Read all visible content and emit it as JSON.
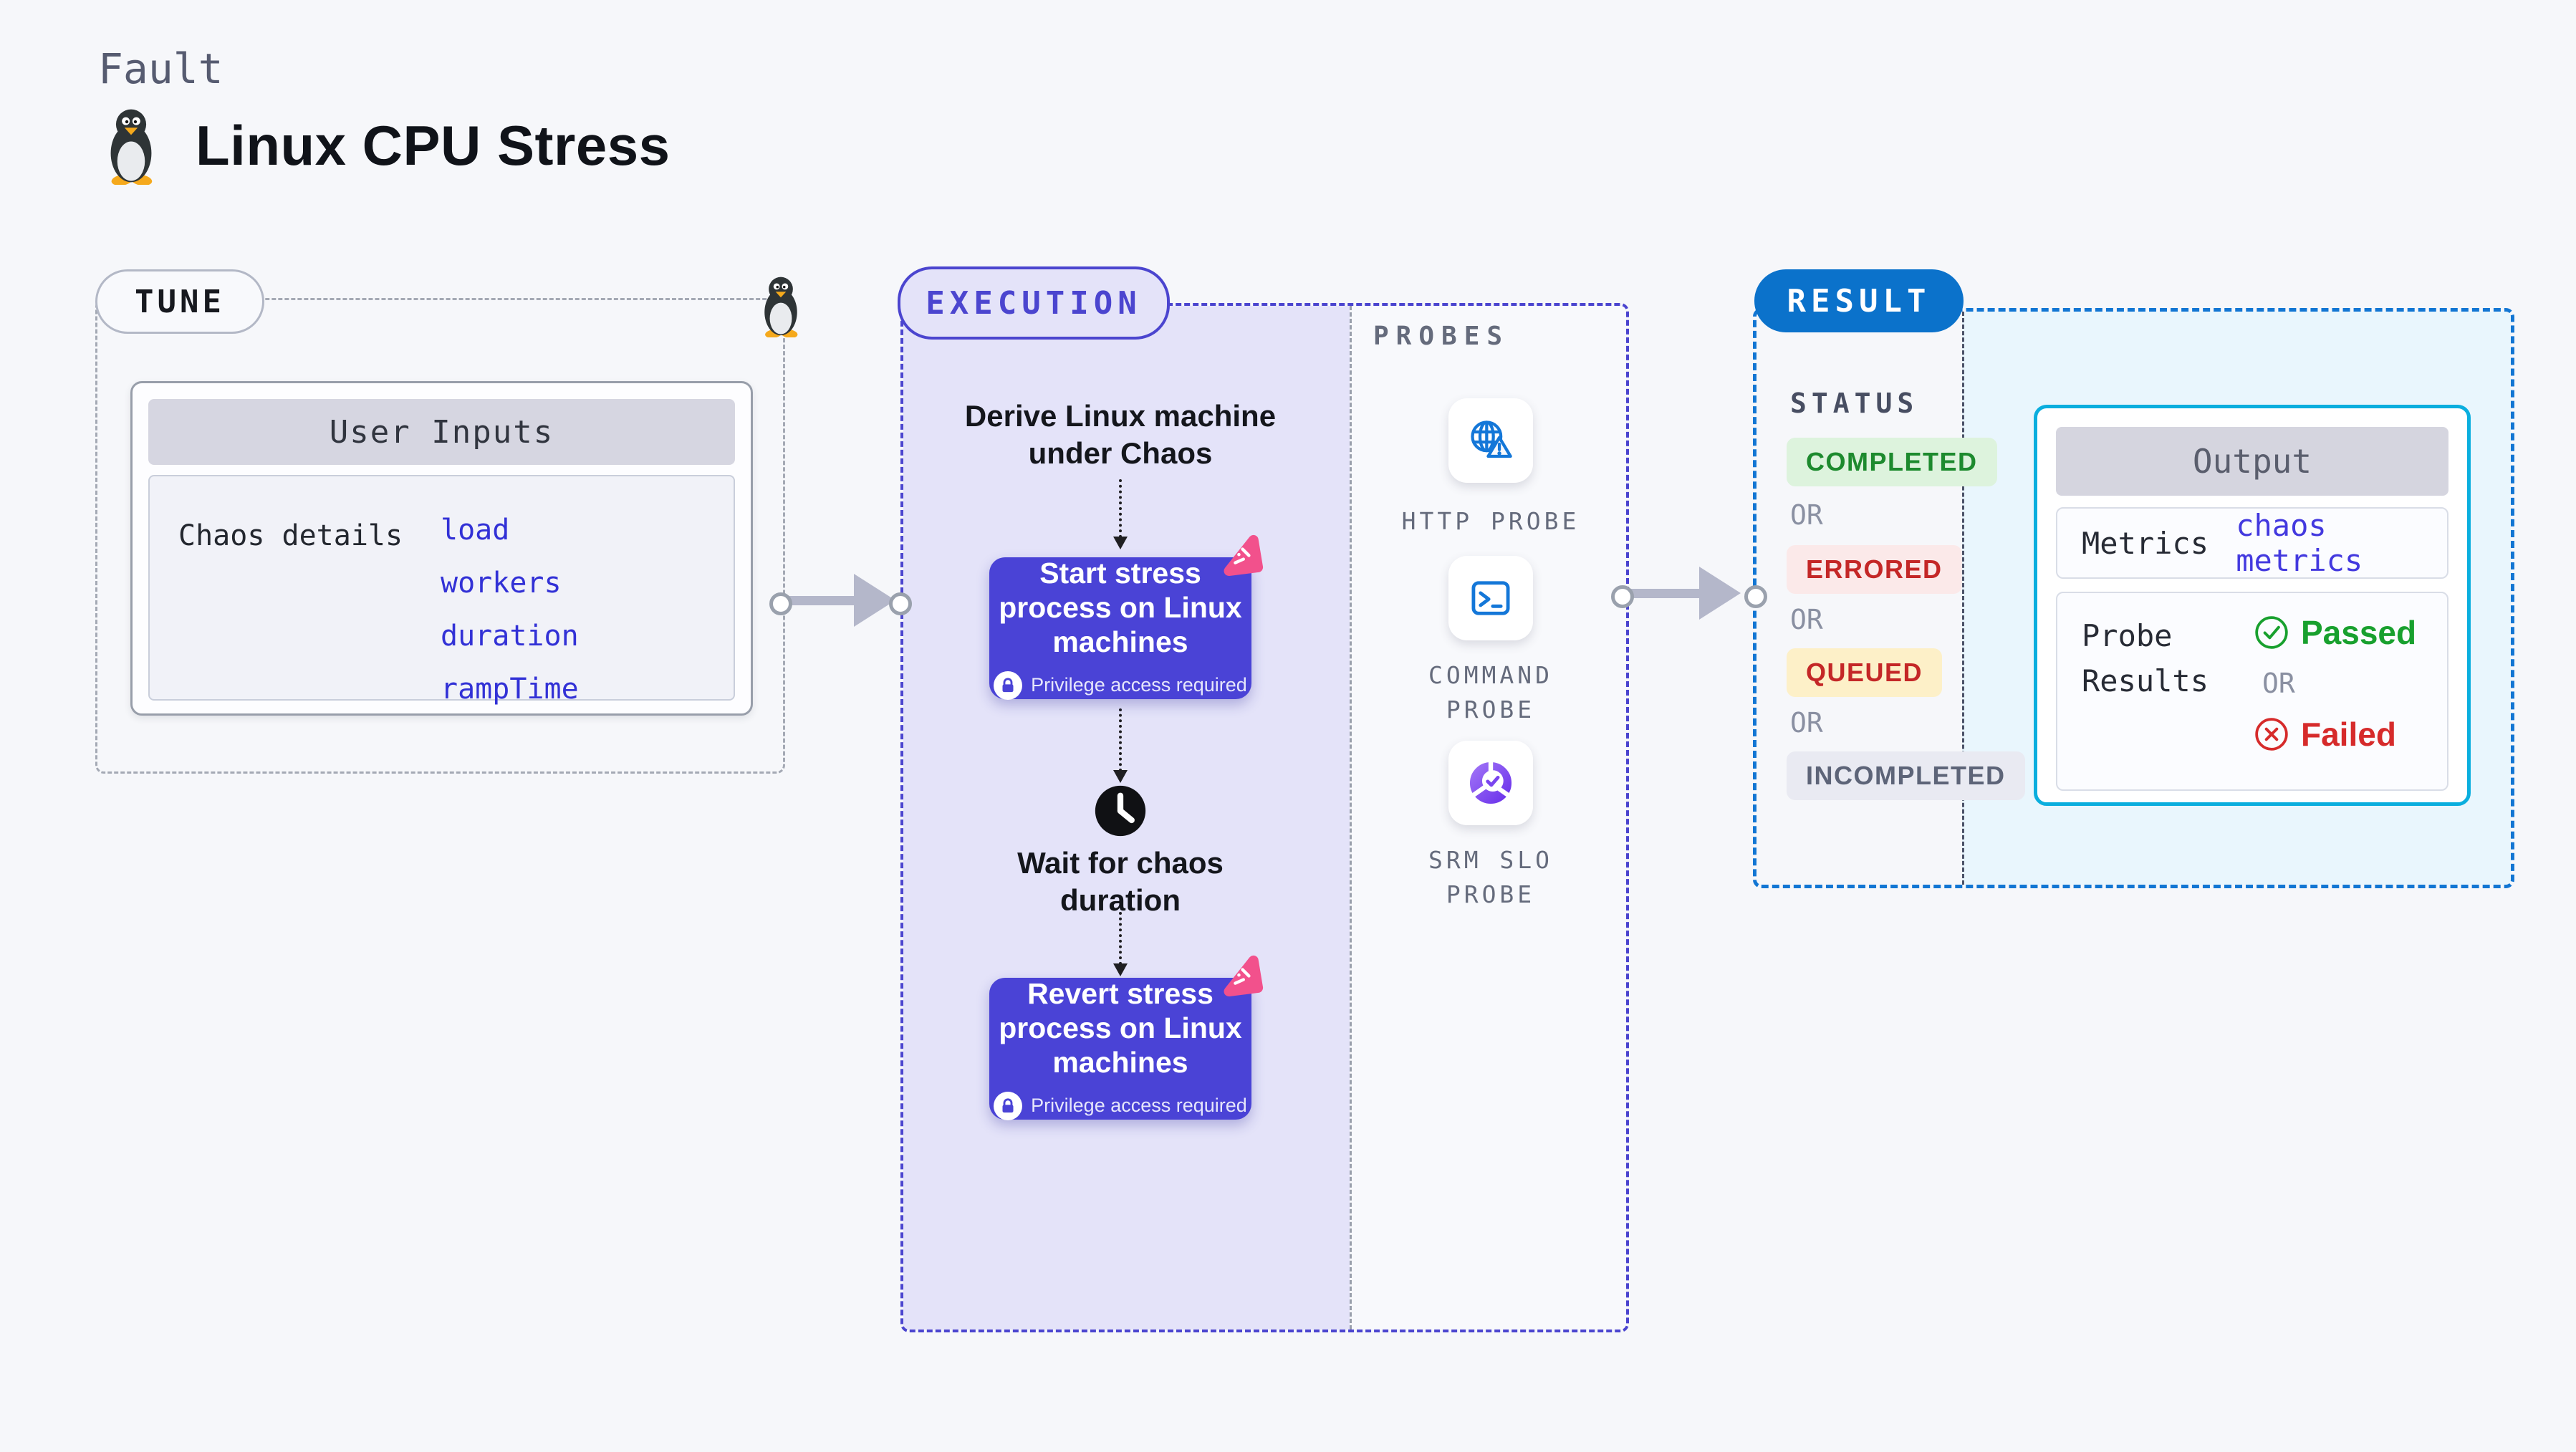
{
  "header": {
    "kicker": "Fault",
    "title": "Linux CPU Stress",
    "penguin_icon": "tux-penguin-icon"
  },
  "tune": {
    "badge": "TUNE",
    "user_inputs": {
      "title": "User Inputs",
      "row_label": "Chaos details",
      "params": [
        "load",
        "workers",
        "duration",
        "rampTime"
      ]
    }
  },
  "execution": {
    "badge": "EXECUTION",
    "derive_label": "Derive Linux machine under Chaos",
    "start_node": {
      "label": "Start stress process on Linux machines",
      "note": "Privilege access required",
      "lock_icon": "lock-icon"
    },
    "wait_label": "Wait for chaos duration",
    "clock_icon": "clock-icon",
    "revert_node": {
      "label": "Revert stress process on Linux machines",
      "note": "Privilege access required",
      "lock_icon": "lock-icon"
    },
    "probes": {
      "title": "PROBES",
      "items": [
        {
          "label": "HTTP PROBE",
          "icon": "globe-alert-icon",
          "icon_color": "#1477d8"
        },
        {
          "label": "COMMAND PROBE",
          "icon": "terminal-icon",
          "icon_color": "#1477d8"
        },
        {
          "label": "SRM SLO PROBE",
          "icon": "slo-donut-check-icon",
          "icon_color": "#7a45ef"
        }
      ]
    }
  },
  "result": {
    "badge": "RESULT",
    "status": {
      "title": "STATUS",
      "or_label": "OR",
      "items": [
        {
          "label": "COMPLETED",
          "bg": "#ddf3dd",
          "color": "#1d8a2e"
        },
        {
          "label": "ERRORED",
          "bg": "#fbe9e9",
          "color": "#c42727"
        },
        {
          "label": "QUEUED",
          "bg": "#fdf0c8",
          "color": "#c42727"
        },
        {
          "label": "INCOMPLETED",
          "bg": "#e9eaf2",
          "color": "#5d6478"
        }
      ]
    },
    "output": {
      "title": "Output",
      "metrics_label": "Metrics",
      "metrics_value": "chaos metrics",
      "probe_results_label": "Probe Results",
      "passed_label": "Passed",
      "or_label": "OR",
      "failed_label": "Failed",
      "passed_color": "#18a02e",
      "failed_color": "#d62b2b"
    }
  },
  "colors": {
    "page_bg": "#f6f7fa",
    "indigo_accent": "#4a43d6",
    "lavender_panel": "#e4e3f9",
    "result_border_blue": "#1276d3",
    "result_panel_blue": "#e9f6fd",
    "output_border_cyan": "#0aaede",
    "link_blue": "#3231d6",
    "pink_accent": "#f2518c"
  }
}
